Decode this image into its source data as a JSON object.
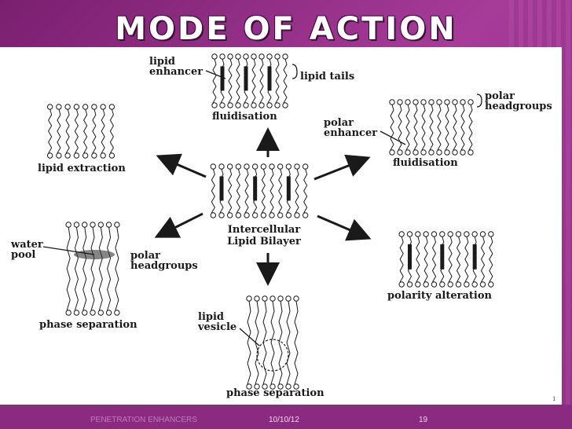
{
  "slide": {
    "title": "MODE OF ACTION",
    "footer_left": "PENETRATION ENHANCERS",
    "footer_date": "10/10/12",
    "footer_page": "19",
    "figure_number": "1"
  },
  "diagram": {
    "center": [
      "Intercellular",
      "Lipid Bilayer"
    ],
    "top": {
      "caption": "fluidisation",
      "pointer_label": [
        "lipid",
        "enhancer"
      ],
      "bracket_label": "lipid tails"
    },
    "top_right": {
      "caption": "fluidisation",
      "pointer_label": [
        "polar",
        "enhancer"
      ],
      "bracket_label": [
        "polar",
        "headgroups"
      ]
    },
    "top_left": {
      "caption": "lipid extraction"
    },
    "bottom_left": {
      "caption": "phase separation",
      "pointer_label": [
        "water",
        "pool"
      ],
      "side_label": [
        "polar",
        "headgroups"
      ]
    },
    "bottom": {
      "caption": "phase separation",
      "pointer_label": [
        "lipid",
        "vesicle"
      ]
    },
    "bottom_right": {
      "caption": "polarity alteration"
    }
  },
  "colors": {
    "slide_bg": "#9b3590",
    "panel": "#ffffff",
    "ink": "#1a1a1a"
  }
}
